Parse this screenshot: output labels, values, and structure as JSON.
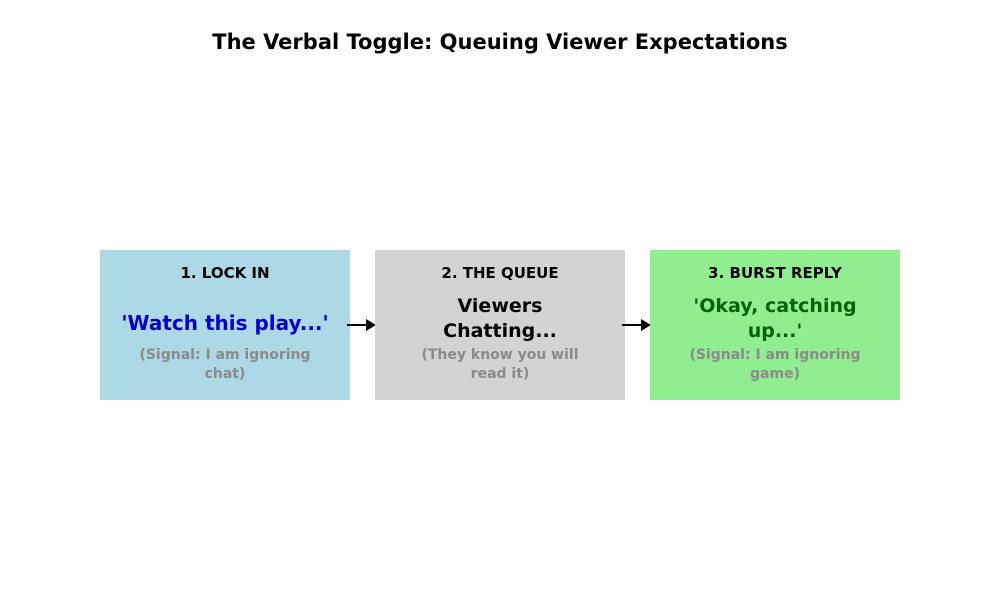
{
  "title": "The Verbal Toggle: Queuing Viewer Expectations",
  "boxes": [
    {
      "heading": "1. LOCK IN",
      "main": "'Watch this play...'",
      "sub": "(Signal: I am ignoring chat)"
    },
    {
      "heading": "2. THE QUEUE",
      "main": "Viewers Chatting...",
      "sub": "(They know you will read it)"
    },
    {
      "heading": "3. BURST REPLY",
      "main": "'Okay, catching up...'",
      "sub": "(Signal: I am ignoring game)"
    }
  ],
  "colors": {
    "box1_bg": "#add8e6",
    "box2_bg": "#d3d3d3",
    "box3_bg": "#90ee90",
    "box1_main_text": "#0000cd",
    "box3_main_text": "#006400",
    "sub_text": "#8a8a8a",
    "heading_text": "#000000",
    "arrow": "#000000"
  }
}
